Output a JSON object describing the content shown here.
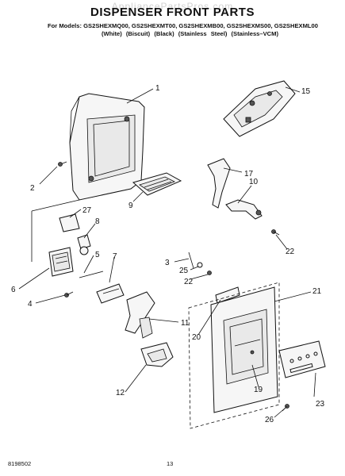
{
  "header": {
    "watermark": "AppliancePartsPros.com",
    "title": "DISPENSER FRONT PARTS",
    "models_line": "For Models: GS2SHEXMQ00, GS2SHEXMT00, GS2SHEXMB00, GS2SHEXMS00, GS2SHEXML00",
    "colors_line": "(White) (Biscuit) (Black) (Stainless Steel) (Stainless–VCM)"
  },
  "callouts": [
    "1",
    "2",
    "3",
    "4",
    "5",
    "6",
    "7",
    "8",
    "9",
    "10",
    "11",
    "12",
    "15",
    "17",
    "19",
    "20",
    "21",
    "22",
    "22",
    "23",
    "25",
    "26",
    "27"
  ],
  "footer": {
    "doc_number": "8198502",
    "page_number": "13"
  }
}
